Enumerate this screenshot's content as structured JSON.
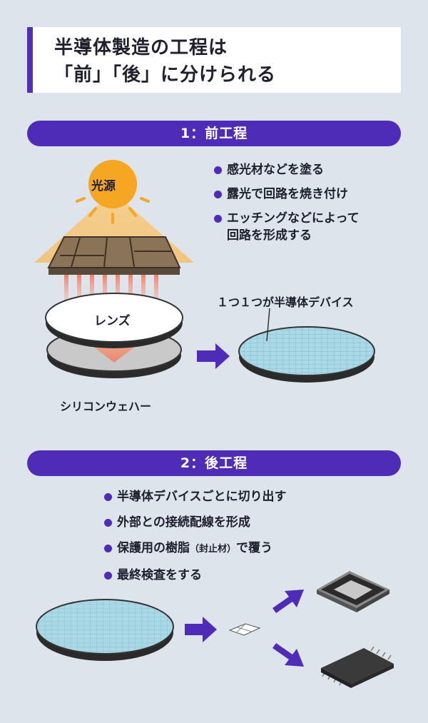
{
  "title": {
    "line1": "半導体製造の工程は",
    "line2": "「前」「後」に分けられる"
  },
  "step1": {
    "heading": "1：前工程",
    "bullets": [
      "感光材などを塗る",
      "露光で回路を焼き付け",
      "エッチングなどによって",
      "回路を形成する"
    ],
    "light_label": "光源",
    "lens_label": "レンズ",
    "wafer_label": "シリコンウェハー",
    "device_label": "１つ１つが半導体デバイス"
  },
  "step2": {
    "heading": "2：後工程",
    "bullets": [
      "半導体デバイスごとに切り出す",
      "外部との接続配線を形成"
    ],
    "bullet3_main": "保護用の樹脂",
    "bullet3_small": "（封止材）",
    "bullet3_end": "で覆う",
    "bullet4": "最終検査をする"
  },
  "colors": {
    "accent": "#4f2cb8",
    "sun": "#f5a623",
    "wafer": "#a9d8e6"
  }
}
